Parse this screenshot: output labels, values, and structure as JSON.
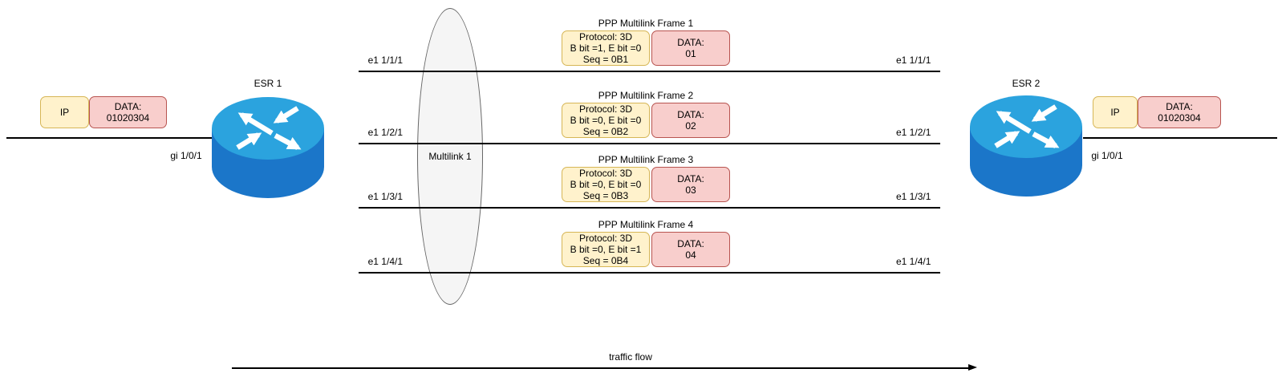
{
  "endpoints": {
    "left": {
      "router_label": "ESR 1",
      "interface_label": "gi 1/0/1",
      "packet": {
        "header_label": "IP",
        "data_line1": "DATA:",
        "data_line2": "01020304"
      }
    },
    "right": {
      "router_label": "ESR 2",
      "interface_label": "gi 1/0/1",
      "packet": {
        "header_label": "IP",
        "data_line1": "DATA:",
        "data_line2": "01020304"
      }
    }
  },
  "multilink": {
    "label": "Multilink 1"
  },
  "links": [
    {
      "left_interface": "e1 1/1/1",
      "right_interface": "e1 1/1/1",
      "frame_title": "PPP Multilink Frame 1",
      "protocol_line1": "Protocol: 3D",
      "protocol_line2": "B bit =1, E bit =0",
      "protocol_line3": "Seq = 0B1",
      "data_line1": "DATA:",
      "data_line2": "01"
    },
    {
      "left_interface": "e1 1/2/1",
      "right_interface": "e1 1/2/1",
      "frame_title": "PPP Multilink Frame 2",
      "protocol_line1": "Protocol: 3D",
      "protocol_line2": "B bit =0, E bit =0",
      "protocol_line3": "Seq = 0B2",
      "data_line1": "DATA:",
      "data_line2": "02"
    },
    {
      "left_interface": "e1 1/3/1",
      "right_interface": "e1 1/3/1",
      "frame_title": "PPP Multilink Frame 3",
      "protocol_line1": "Protocol: 3D",
      "protocol_line2": "B bit =0, E bit =0",
      "protocol_line3": "Seq = 0B3",
      "data_line1": "DATA:",
      "data_line2": "03"
    },
    {
      "left_interface": "e1 1/4/1",
      "right_interface": "e1 1/4/1",
      "frame_title": "PPP Multilink Frame 4",
      "protocol_line1": "Protocol: 3D",
      "protocol_line2": "B bit =0, E bit =1",
      "protocol_line3": "Seq = 0B4",
      "data_line1": "DATA:",
      "data_line2": "04"
    }
  ],
  "traffic_flow_label": "traffic flow",
  "colors": {
    "protocol_box_fill": "#FFF2CC",
    "protocol_box_border": "#D6B656",
    "data_box_fill": "#F8CECC",
    "data_box_border": "#B85450",
    "router_top": "#2BA3DE",
    "router_body": "#1B76C9",
    "multilink_fill": "#F5F5F5",
    "multilink_border": "#666666",
    "line": "#000000"
  }
}
